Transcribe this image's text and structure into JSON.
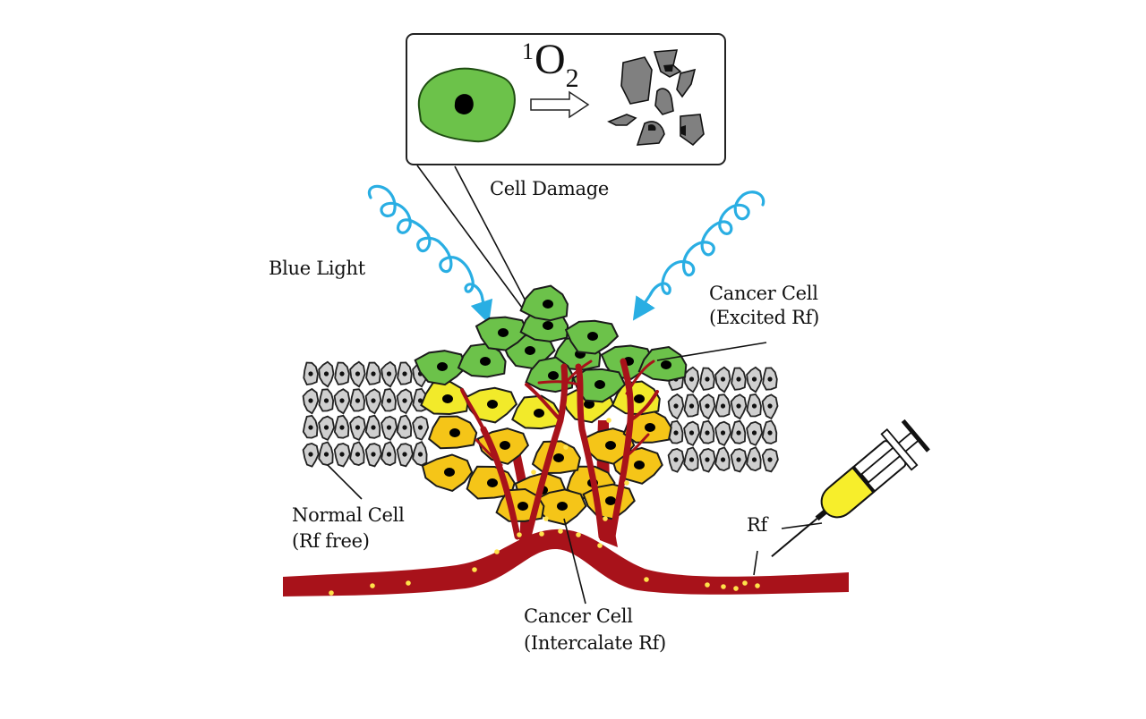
{
  "figure": {
    "title": "Riboflavin photodynamic therapy of cancer cells",
    "colors": {
      "excited_cell": "#6cc24a",
      "intercalated_cell_light": "#f2ea2a",
      "intercalated_cell_dark": "#f5c518",
      "normal_cell": "#cfcfcf",
      "blood_vessel": "#a8121a",
      "rf_particle": "#ffe24a",
      "blue_light": "#29aee3",
      "debris": "#808080",
      "syringe_fluid": "#f7ee2b"
    },
    "inset": {
      "reaction_species": {
        "superscript": "1",
        "base": "O",
        "subscript": "2"
      },
      "caption": "Cell Damage"
    },
    "labels": {
      "blue_light": "Blue Light",
      "cancer_excited_line1": "Cancer Cell",
      "cancer_excited_line2": "(Excited Rf)",
      "normal_line1": "Normal Cell",
      "normal_line2": "(Rf free)",
      "cancer_intercalate_line1": "Cancer Cell",
      "cancer_intercalate_line2": "(Intercalate Rf)",
      "rf_syringe": "Rf"
    }
  }
}
